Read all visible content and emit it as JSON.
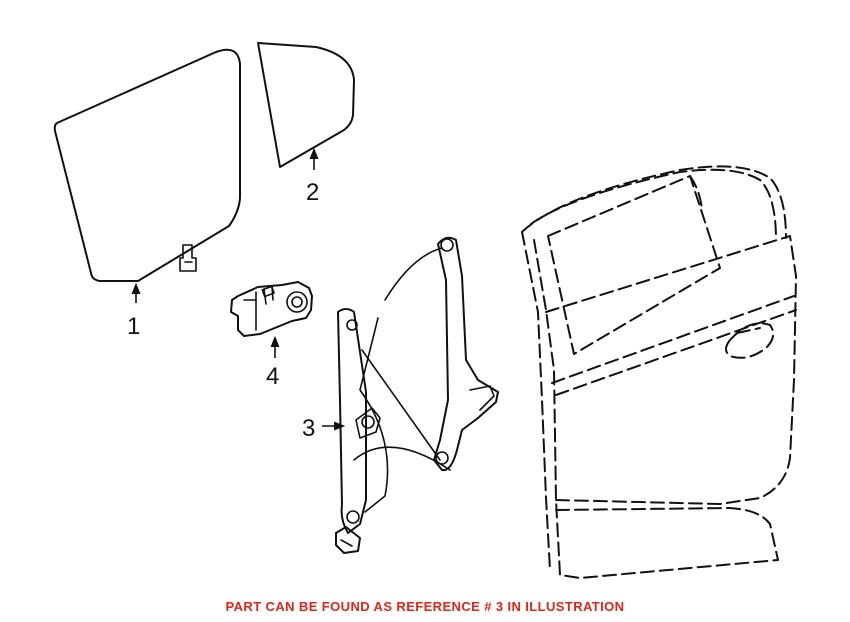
{
  "callouts": {
    "c1": "1",
    "c2": "2",
    "c3": "3",
    "c4": "4"
  },
  "caption": {
    "text": "PART CAN BE FOUND AS REFERENCE # 3 IN ILLUSTRATION",
    "color": "#e0261a"
  }
}
